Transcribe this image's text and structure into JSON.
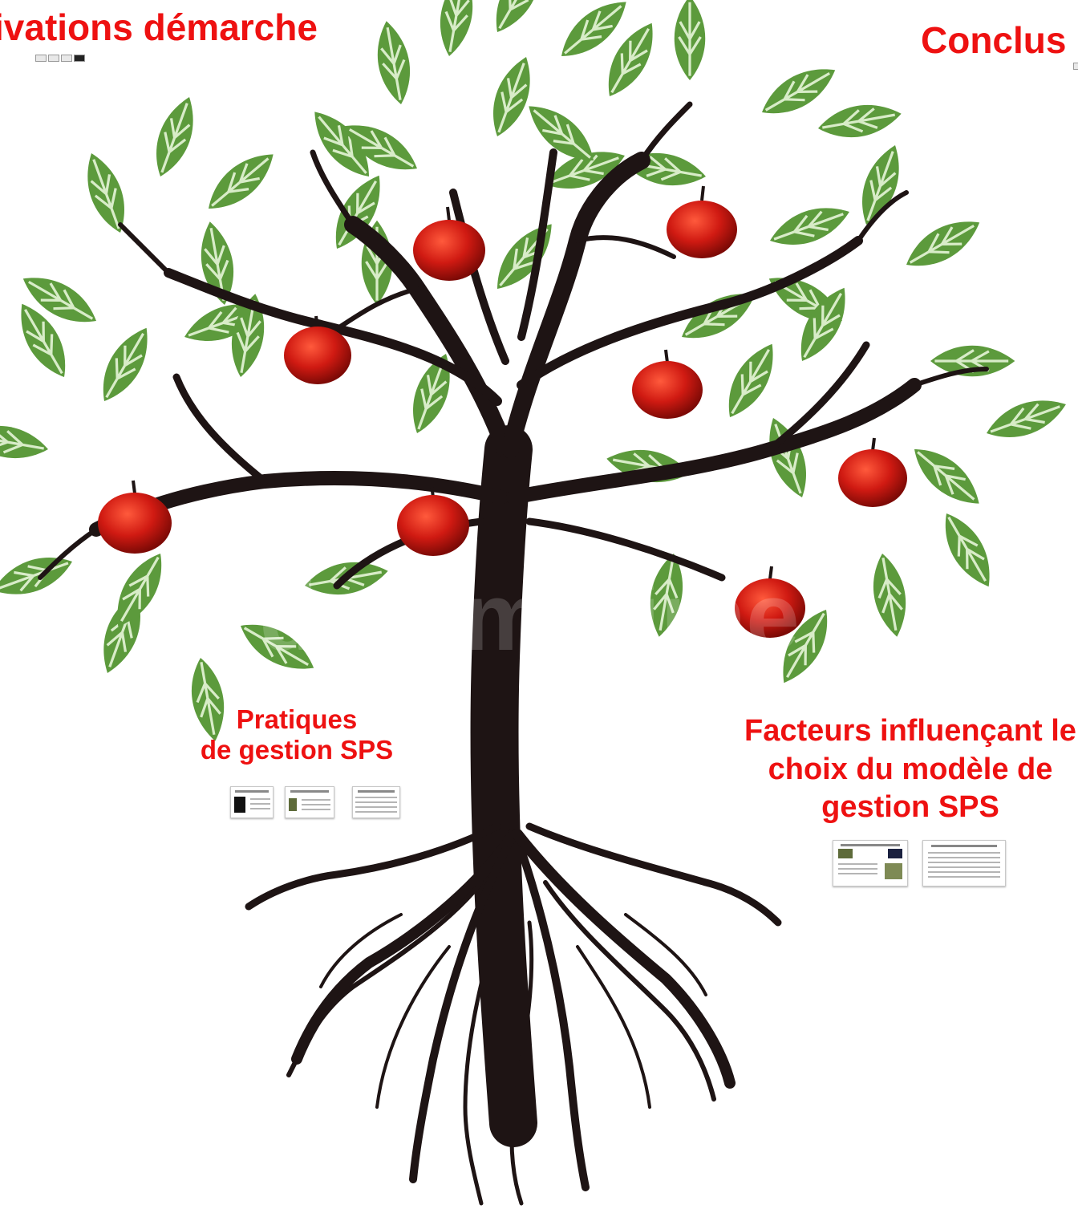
{
  "titles": {
    "motivations": "ivations démarche",
    "conclusion": "Conclus",
    "pratiques_line1": "Pratiques",
    "pratiques_line2": "de gestion SPS",
    "facteurs": "Facteurs influençant le choix du modèle de gestion SPS"
  },
  "watermark": "dreamstime",
  "colors": {
    "title_red": "#ee1111",
    "leaf_green": "#5c9a3c",
    "trunk": "#1e1414",
    "apple_red": "#d01a12"
  }
}
